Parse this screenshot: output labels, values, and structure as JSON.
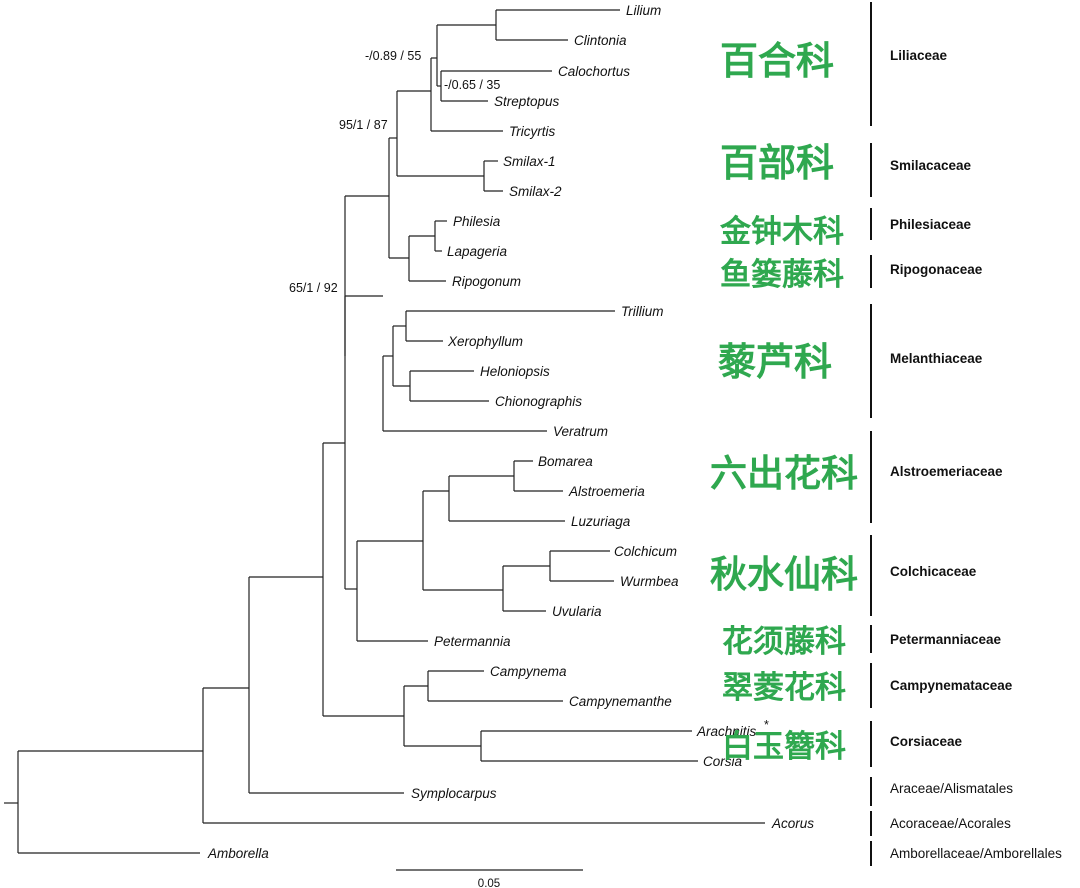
{
  "taxa": {
    "lilium": "Lilium",
    "clintonia": "Clintonia",
    "calochortus": "Calochortus",
    "streptopus": "Streptopus",
    "tricyrtis": "Tricyrtis",
    "smilax1": "Smilax-1",
    "smilax2": "Smilax-2",
    "philesia": "Philesia",
    "lapageria": "Lapageria",
    "ripogonum": "Ripogonum",
    "trillium": "Trillium",
    "xerophyllum": "Xerophyllum",
    "heloniopsis": "Heloniopsis",
    "chionographis": "Chionographis",
    "veratrum": "Veratrum",
    "bomarea": "Bomarea",
    "alstroemeria": "Alstroemeria",
    "luzuriaga": "Luzuriaga",
    "colchicum": "Colchicum",
    "wurmbea": "Wurmbea",
    "uvularia": "Uvularia",
    "petermannia": "Petermannia",
    "campynema": "Campynema",
    "campynemanthe": "Campynemanthe",
    "arachnitis": "Arachnitis",
    "corsia": "Corsia",
    "symplocarpus": "Symplocarpus",
    "acorus": "Acorus",
    "amborella": "Amborella"
  },
  "marks": {
    "arachnitis_asterisk": "*"
  },
  "support_values": {
    "liliaceae_inner": "-/0.89 / 55",
    "calochortus_streptopus": "-/0.65 / 35",
    "liliaceae_smilacaceae": "95/1 / 87",
    "liliales_core": "65/1 / 92"
  },
  "families": [
    {
      "en": "Liliaceae",
      "cn": "百合科"
    },
    {
      "en": "Smilacaceae",
      "cn": "百部科"
    },
    {
      "en": "Philesiaceae",
      "cn": "金钟木科"
    },
    {
      "en": "Ripogonaceae",
      "cn": "鱼篓藤科"
    },
    {
      "en": "Melanthiaceae",
      "cn": "藜芦科"
    },
    {
      "en": "Alstroemeriaceae",
      "cn": "六出花科"
    },
    {
      "en": "Colchicaceae",
      "cn": "秋水仙科"
    },
    {
      "en": "Petermanniaceae",
      "cn": "花须藤科"
    },
    {
      "en": "Campynemataceae",
      "cn": "翠菱花科"
    },
    {
      "en": "Corsiaceae",
      "cn": "白玉簪科"
    },
    {
      "en": "Araceae/Alismatales",
      "cn": ""
    },
    {
      "en": "Acoraceae/Acorales",
      "cn": ""
    },
    {
      "en": "Amborellaceae/Amborellales",
      "cn": ""
    }
  ],
  "scale_bar": {
    "label": "0.05"
  },
  "colors": {
    "chinese_label": "#2fa84f",
    "branch": "#222222"
  }
}
